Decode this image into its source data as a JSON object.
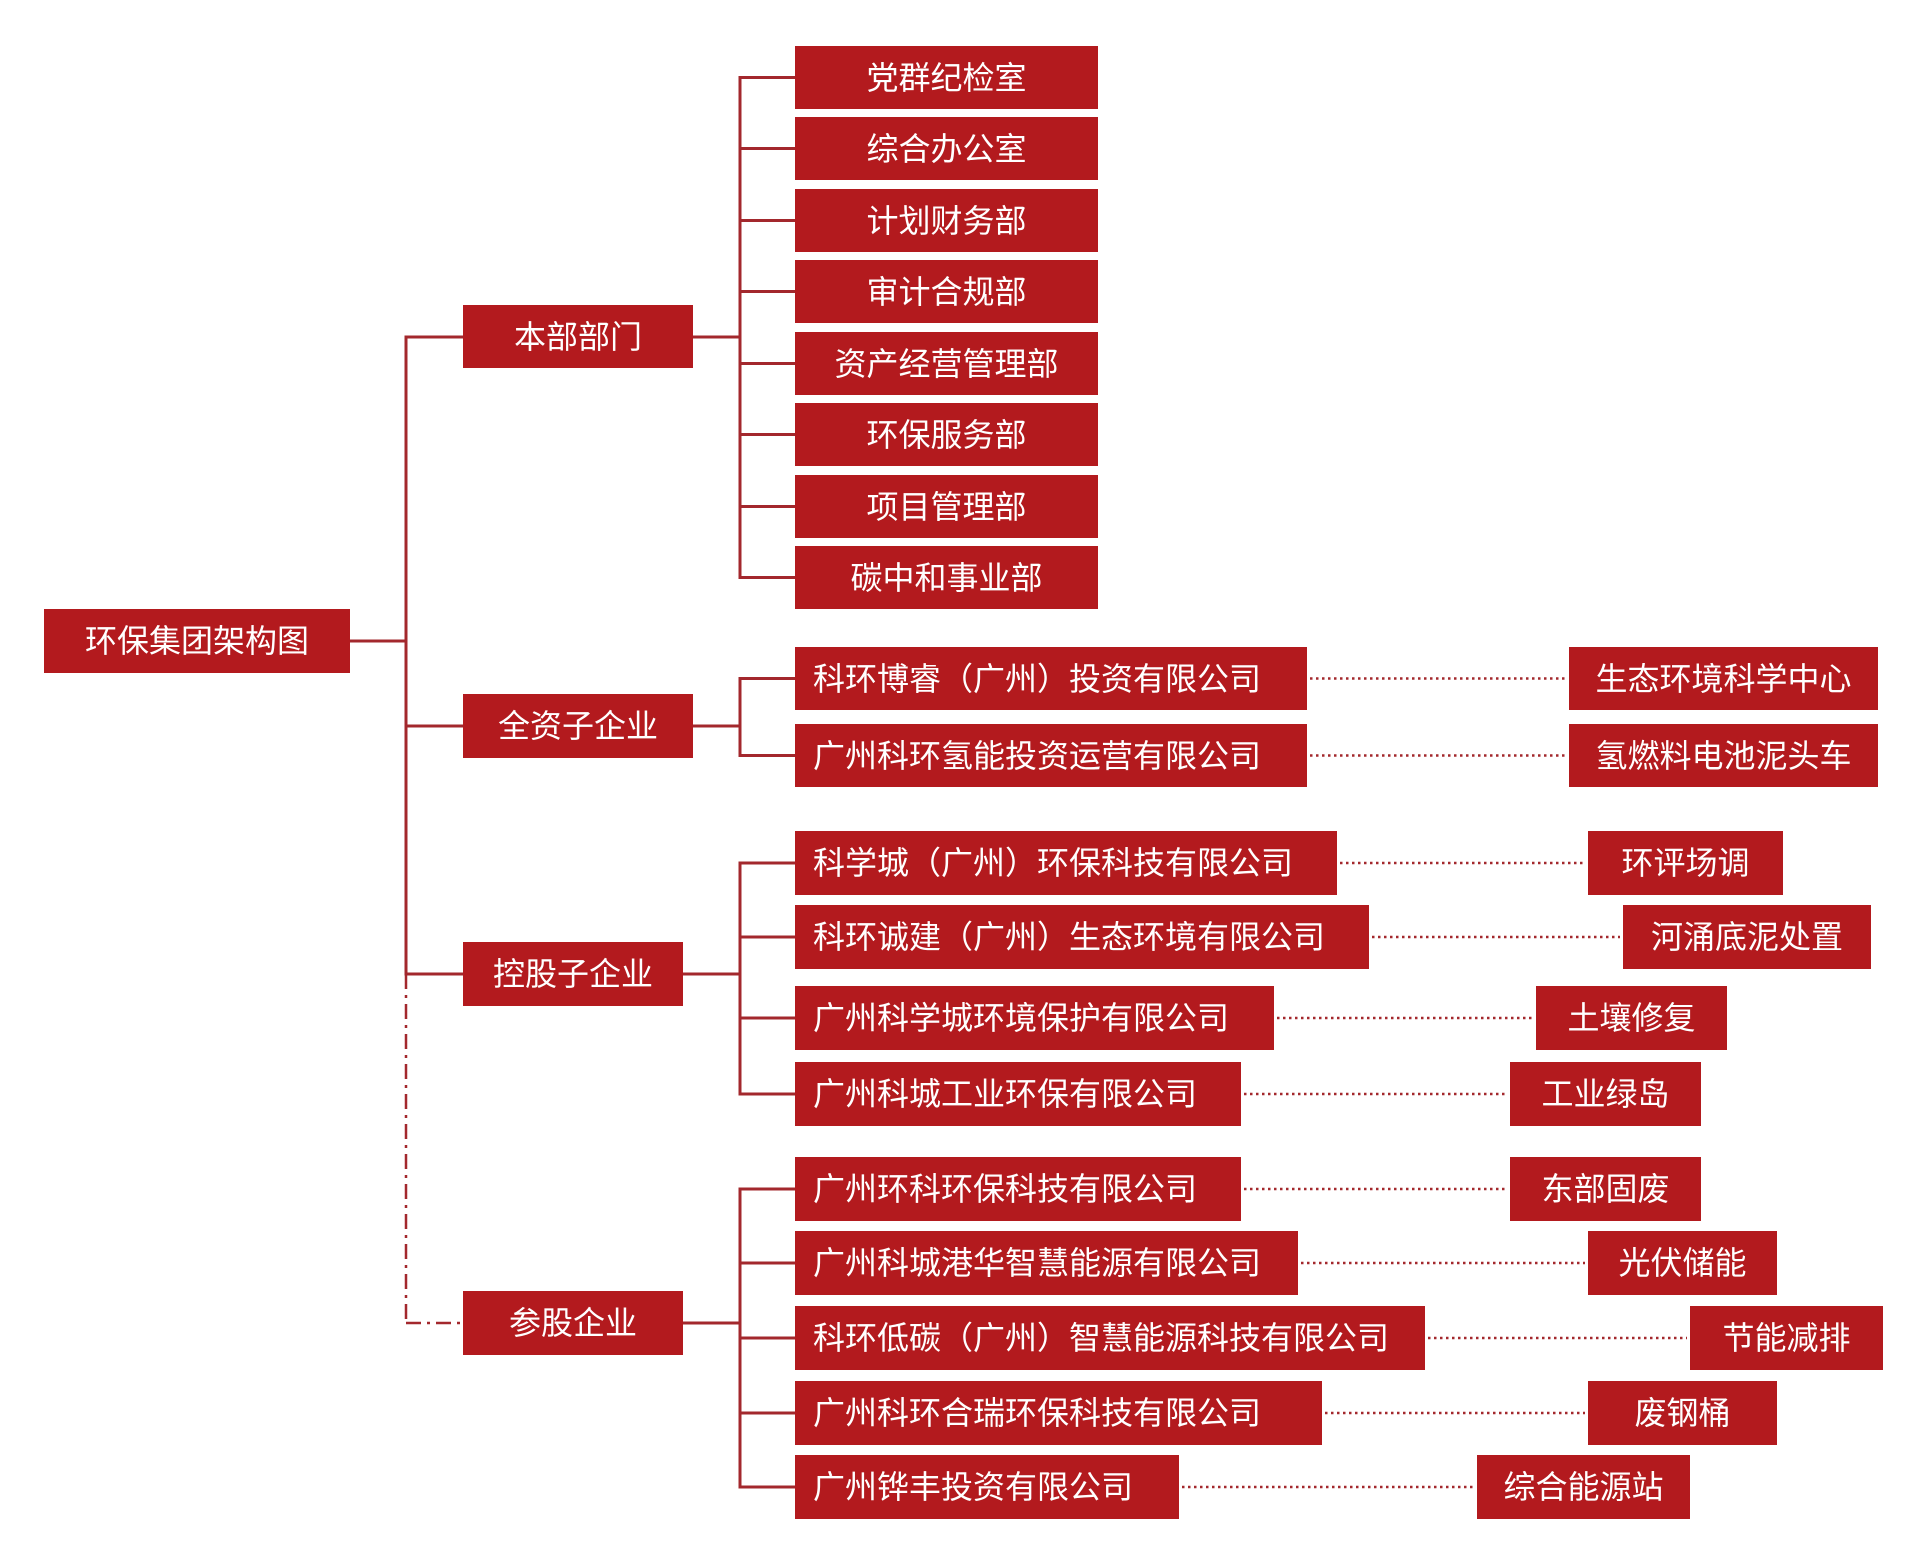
{
  "title": "环保集团架构图",
  "colors": {
    "background": "#ffffff",
    "box_fill": "#b31a1e",
    "box_text": "#ffffff",
    "connector": "#a3282d"
  },
  "groups": [
    {
      "label": "本部部门",
      "children": [
        {
          "name": "党群纪检室"
        },
        {
          "name": "综合办公室"
        },
        {
          "name": "计划财务部"
        },
        {
          "name": "审计合规部"
        },
        {
          "name": "资产经营管理部"
        },
        {
          "name": "环保服务部"
        },
        {
          "name": "项目管理部"
        },
        {
          "name": "碳中和事业部"
        }
      ]
    },
    {
      "label": "全资子企业",
      "children": [
        {
          "name": "科环博睿（广州）投资有限公司",
          "business": "生态环境科学中心"
        },
        {
          "name": "广州科环氢能投资运营有限公司",
          "business": "氢燃料电池泥头车"
        }
      ]
    },
    {
      "label": "控股子企业",
      "children": [
        {
          "name": "科学城（广州）环保科技有限公司",
          "business": "环评场调"
        },
        {
          "name": "科环诚建（广州）生态环境有限公司",
          "business": "河涌底泥处置"
        },
        {
          "name": "广州科学城环境保护有限公司",
          "business": "土壤修复"
        },
        {
          "name": "广州科城工业环保有限公司",
          "business": "工业绿岛"
        }
      ]
    },
    {
      "label": "参股企业",
      "children": [
        {
          "name": "广州环科环保科技有限公司",
          "business": "东部固废"
        },
        {
          "name": "广州科城港华智慧能源有限公司",
          "business": "光伏储能"
        },
        {
          "name": "科环低碳（广州）智慧能源科技有限公司",
          "business": "节能减排"
        },
        {
          "name": "广州科环合瑞环保科技有限公司",
          "business": "废钢桶"
        },
        {
          "name": "广州铧丰投资有限公司",
          "business": "综合能源站"
        }
      ]
    }
  ]
}
